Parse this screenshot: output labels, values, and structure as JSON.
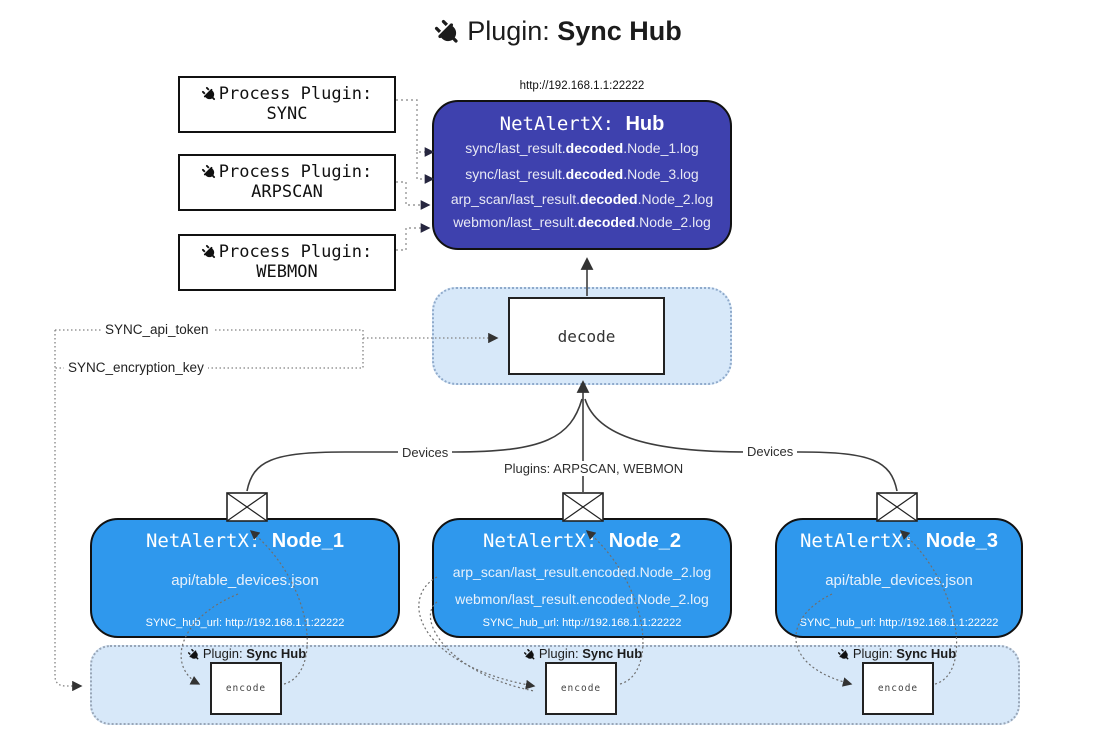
{
  "title": {
    "prefix": "Plugin: ",
    "bold": "Sync Hub"
  },
  "hub": {
    "url": "http://192.168.1.1:22222",
    "title_prefix": "NetAlertX: ",
    "title_bold": "Hub",
    "files": [
      {
        "pre": "sync/last_result.",
        "bold": "decoded",
        "post": ".Node_1.log"
      },
      {
        "pre": "sync/last_result.",
        "bold": "decoded",
        "post": ".Node_3.log"
      },
      {
        "pre": "arp_scan/last_result.",
        "bold": "decoded",
        "post": ".Node_2.log"
      },
      {
        "pre": "webmon/last_result.",
        "bold": "decoded",
        "post": ".Node_2.log"
      }
    ]
  },
  "process_plugins": [
    {
      "label": "Process Plugin:",
      "name": "SYNC"
    },
    {
      "label": "Process Plugin:",
      "name": "ARPSCAN"
    },
    {
      "label": "Process Plugin:",
      "name": "WEBMON"
    }
  ],
  "decode": {
    "label": "decode"
  },
  "config": {
    "api_token": "SYNC_api_token",
    "encryption_key": "SYNC_encryption_key"
  },
  "edges": {
    "devices_left": "Devices",
    "devices_right": "Devices",
    "plugins_mid": "Plugins: ARPSCAN, WEBMON"
  },
  "nodes": [
    {
      "title_prefix": "NetAlertX: ",
      "title_bold": "Node_1",
      "files": [
        "api/table_devices.json"
      ],
      "hub_url": "SYNC_hub_url: http://192.168.1.1:22222"
    },
    {
      "title_prefix": "NetAlertX: ",
      "title_bold": "Node_2",
      "files": [
        "arp_scan/last_result.encoded.Node_2.log",
        "webmon/last_result.encoded.Node_2.log"
      ],
      "hub_url": "SYNC_hub_url: http://192.168.1.1:22222"
    },
    {
      "title_prefix": "NetAlertX: ",
      "title_bold": "Node_3",
      "files": [
        "api/table_devices.json"
      ],
      "hub_url": "SYNC_hub_url: http://192.168.1.1:22222"
    }
  ],
  "encode_section": {
    "label_prefix": "Plugin: ",
    "label_bold": "Sync Hub",
    "encode_label": "encode"
  },
  "colors": {
    "hub_fill": "#3E41AE",
    "node_fill": "#2F98ED",
    "panel_fill": "#D7E8F9",
    "panel_border": "#8FAACB",
    "line_dark": "#3d3d3d"
  }
}
